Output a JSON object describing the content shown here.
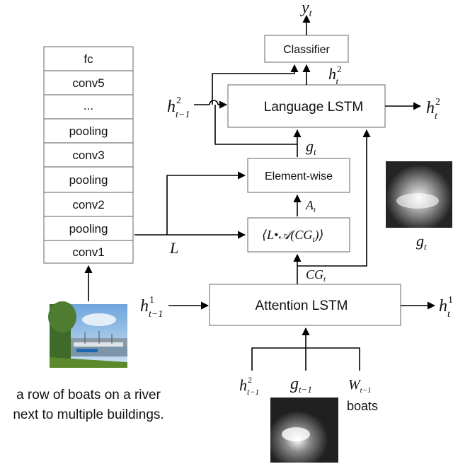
{
  "cnn_layers": [
    "fc",
    "conv5",
    "...",
    "pooling",
    "conv3",
    "pooling",
    "conv2",
    "pooling",
    "conv1"
  ],
  "modules": {
    "classifier": "Classifier",
    "language_lstm": "Language LSTM",
    "element_wise": "Element-wise",
    "attention_lstm": "Attention LSTM"
  },
  "symbols": {
    "y": "y",
    "t": "t",
    "h": "h",
    "g": "g",
    "A": "A",
    "L": "L",
    "W": "W",
    "CG": "CG",
    "one": "1",
    "two": "2",
    "t_minus_1": "t−1",
    "attn_op": "⟨L•𝒜(CG",
    "attn_close": ")⟩"
  },
  "captions": {
    "line1": "a row of boats on a river",
    "line2": "next to multiple buildings.",
    "word": "boats"
  },
  "images": {
    "photo_sky": "#9ec3e6",
    "photo_trees": "#3f6b2a",
    "photo_grass": "#5a8a2c",
    "photo_water": "#7c95a8",
    "attention_dark": "#232323",
    "attention_glow": "#f2f2f2"
  },
  "colors": {
    "line": "#000000",
    "box_border": "#7f7f7f"
  }
}
